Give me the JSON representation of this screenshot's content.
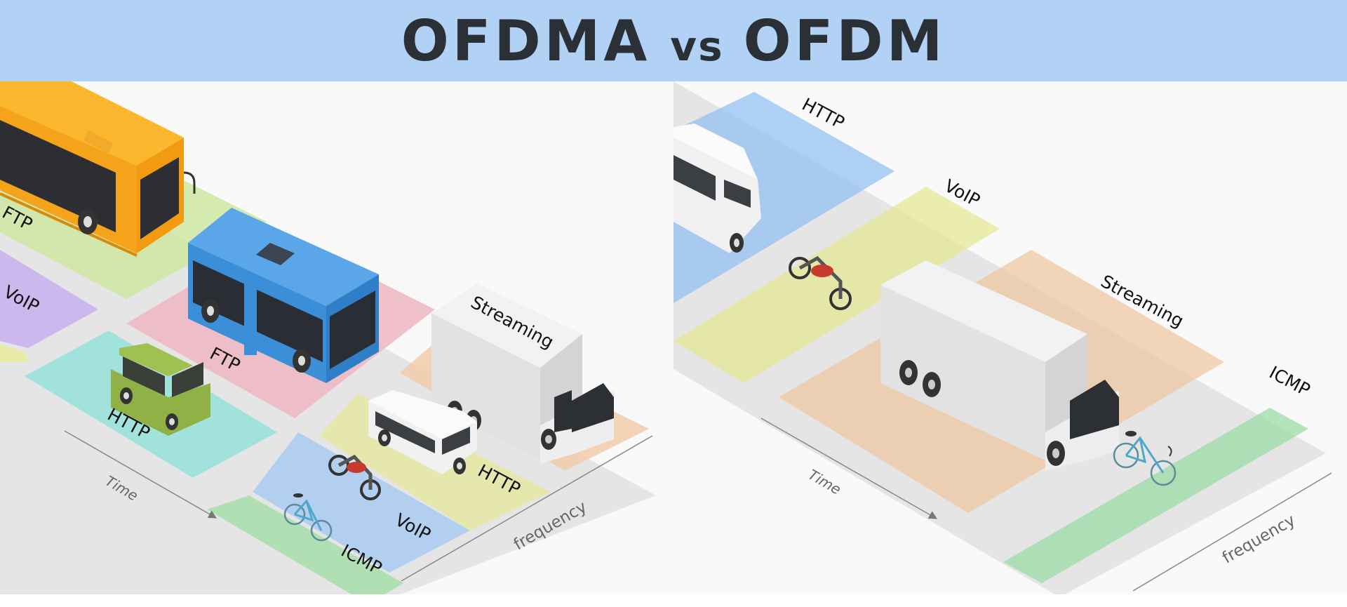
{
  "title": {
    "part1": "OFDMA",
    "vs": "vs",
    "part2": "OFDM"
  },
  "ofdma": {
    "blocks": [
      {
        "label": "FTP",
        "color": "#cfe8a2",
        "vehicle": "bus-orange"
      },
      {
        "label": "VoIP",
        "color": "#c9b0ee",
        "vehicle": "none"
      },
      {
        "label": "FTP",
        "color": "#eeb6c3",
        "vehicle": "bus-blue"
      },
      {
        "label": "HTTP",
        "color": "#96e2dc",
        "vehicle": "suv"
      },
      {
        "label": "Streaming",
        "color": "#f2cda9",
        "vehicle": "truck"
      },
      {
        "label": "HTTP",
        "color": "#e6e8a2",
        "vehicle": "van"
      },
      {
        "label": "VoIP",
        "color": "#a9cbf2",
        "vehicle": "motorcycle"
      },
      {
        "label": "ICMP",
        "color": "#a8deac",
        "vehicle": "bicycle"
      }
    ],
    "time_axis": "Time",
    "frequency_axis": "frequency"
  },
  "ofdm": {
    "bands": [
      {
        "label": "HTTP",
        "color": "#8fbff2",
        "vehicle": "van"
      },
      {
        "label": "VoIP",
        "color": "#e5e88f",
        "vehicle": "motorcycle"
      },
      {
        "label": "Streaming",
        "color": "#f0c69c",
        "vehicle": "truck"
      },
      {
        "label": "ICMP",
        "color": "#97dca2",
        "vehicle": "bicycle"
      }
    ],
    "time_axis": "Time",
    "frequency_axis": "frequency"
  }
}
